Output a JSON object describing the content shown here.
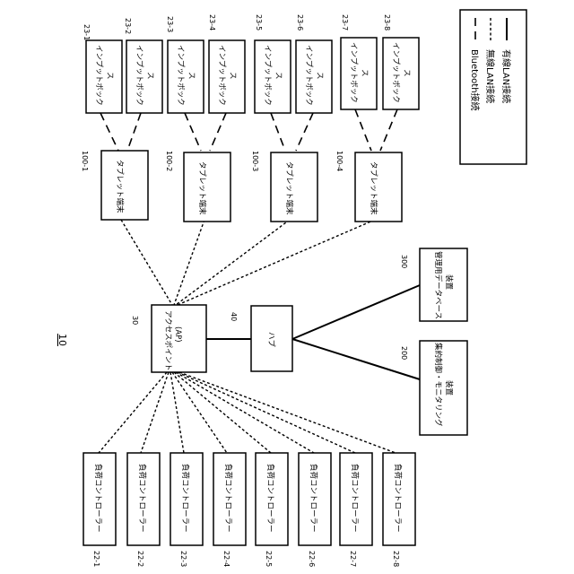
{
  "figure_label": "10",
  "access_point": {
    "ref": "30",
    "label_1": "アクセスポイント",
    "label_2": "(AP)"
  },
  "hub": {
    "ref": "40",
    "label": "ハブ"
  },
  "database": {
    "ref": "300",
    "label_1": "管理用データベース",
    "label_2": "装置"
  },
  "monitor": {
    "ref": "200",
    "label_1": "集約制御・モニタリング",
    "label_2": "装置"
  },
  "tablets": [
    {
      "ref": "100-1",
      "label": "タブレット端末"
    },
    {
      "ref": "100-2",
      "label": "タブレット端末"
    },
    {
      "ref": "100-3",
      "label": "タブレット端末"
    },
    {
      "ref": "100-4",
      "label": "タブレット端末"
    }
  ],
  "input_boxes": [
    {
      "ref": "23-1",
      "label_1": "インプットボック",
      "label_2": "ス"
    },
    {
      "ref": "23-2",
      "label_1": "インプットボック",
      "label_2": "ス"
    },
    {
      "ref": "23-3",
      "label_1": "インプットボック",
      "label_2": "ス"
    },
    {
      "ref": "23-4",
      "label_1": "インプットボック",
      "label_2": "ス"
    },
    {
      "ref": "23-5",
      "label_1": "インプットボック",
      "label_2": "ス"
    },
    {
      "ref": "23-6",
      "label_1": "インプットボック",
      "label_2": "ス"
    },
    {
      "ref": "23-7",
      "label_1": "インプットボック",
      "label_2": "ス"
    },
    {
      "ref": "23-8",
      "label_1": "インプットボック",
      "label_2": "ス"
    }
  ],
  "controllers": [
    {
      "ref": "22-1",
      "label": "負荷コントローラー"
    },
    {
      "ref": "22-2",
      "label": "負荷コントローラー"
    },
    {
      "ref": "22-3",
      "label": "負荷コントローラー"
    },
    {
      "ref": "22-4",
      "label": "負荷コントローラー"
    },
    {
      "ref": "22-5",
      "label": "負荷コントローラー"
    },
    {
      "ref": "22-6",
      "label": "負荷コントローラー"
    },
    {
      "ref": "22-7",
      "label": "負荷コントローラー"
    },
    {
      "ref": "22-8",
      "label": "負荷コントローラー"
    }
  ],
  "legend": {
    "bluetooth": "Bluetooth接続",
    "wireless": "無線LAN接続",
    "wired": "有線LAN接続"
  }
}
